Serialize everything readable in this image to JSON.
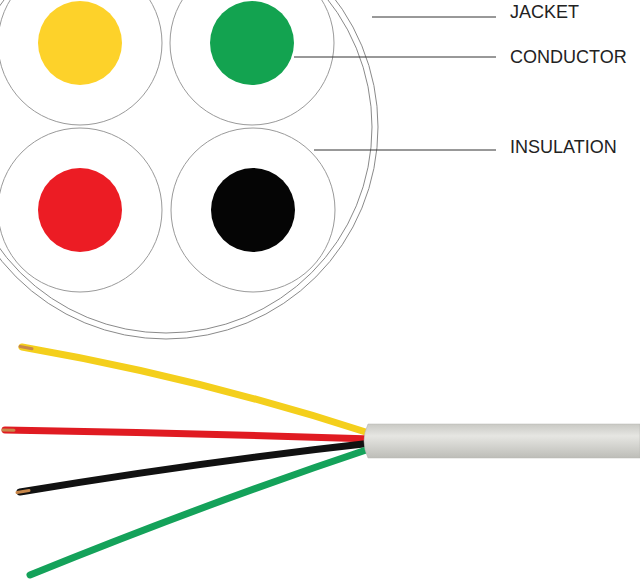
{
  "diagram": {
    "labels": [
      "JACKET",
      "CONDUCTOR",
      "INSULATION"
    ]
  }
}
